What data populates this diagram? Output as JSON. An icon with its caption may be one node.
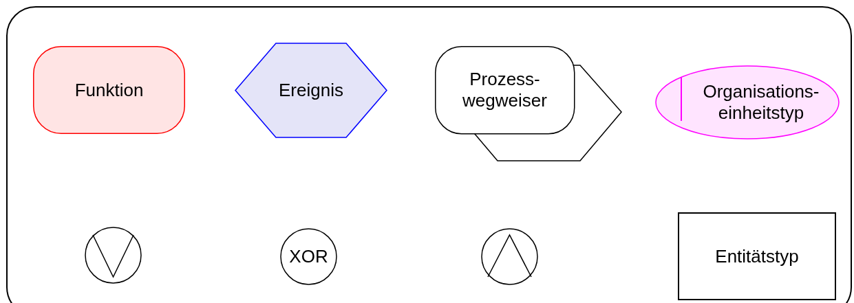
{
  "diagram": {
    "nodes": [
      {
        "text": [
          "Funktion"
        ]
      },
      {
        "text": [
          "Ereignis"
        ]
      },
      {
        "text": [
          "Prozess- wegweiser"
        ]
      },
      {
        "text": [
          "Organisations- einheitstyp"
        ]
      },
      {
        "text": [],
        "shape": "circle"
      },
      {
        "text": [
          "XOR"
        ]
      },
      {
        "text": [],
        "shape": "circle"
      },
      {
        "text": [
          "Entitätstyp"
        ]
      }
    ],
    "edges": []
  }
}
